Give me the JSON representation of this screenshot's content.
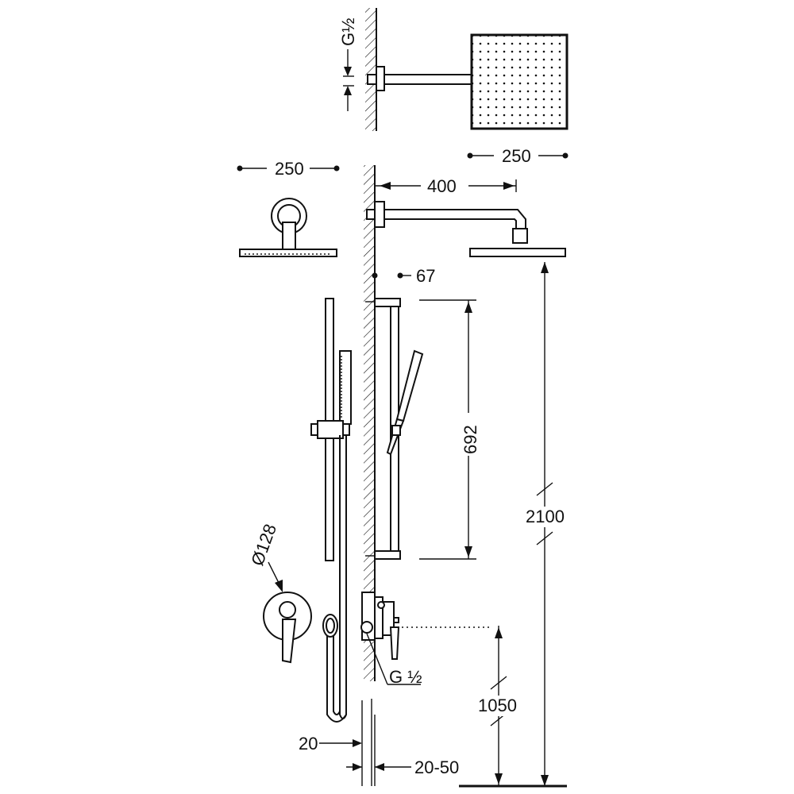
{
  "dimensions": {
    "inlet_top": "G½",
    "head_top_width": "250",
    "head_side_width": "250",
    "arm_length": "400",
    "wall_offset": "67",
    "rail_length": "692",
    "total_height": "2100",
    "mixer_diameter": "Ø128",
    "inlet_mixer": "G ½",
    "mixer_height": "1050",
    "hose_offset": "20",
    "recess_depth": "20-50"
  }
}
